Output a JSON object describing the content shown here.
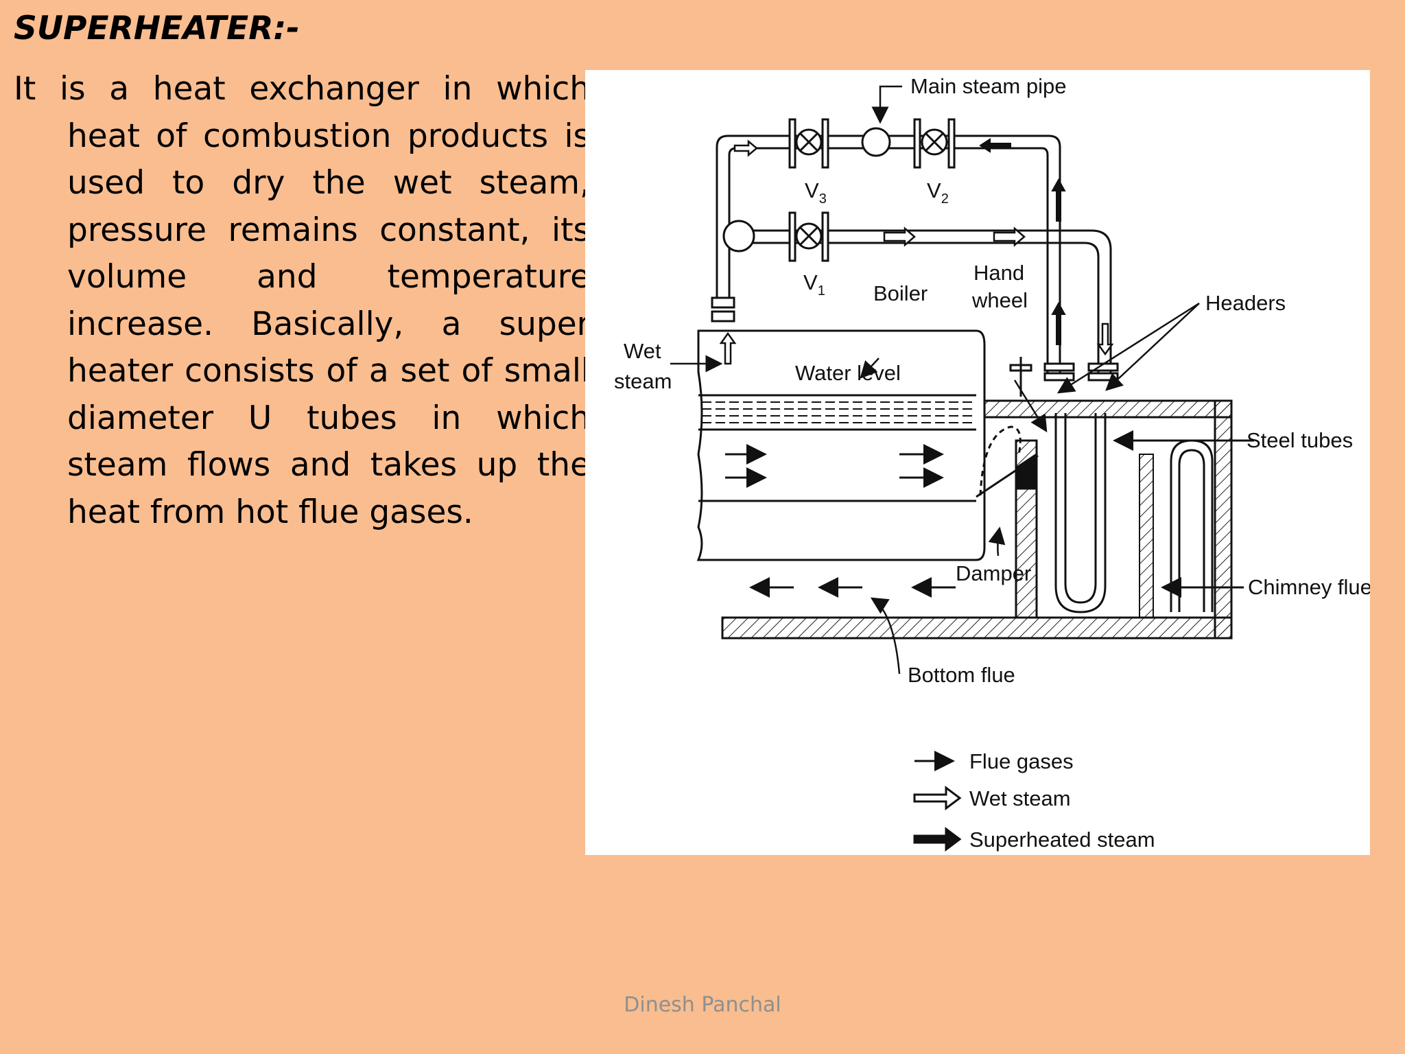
{
  "slide": {
    "title": "SUPERHEATER:-",
    "body": "It is a heat exchanger in which heat of combustion products is used to dry the wet steam, pressure remains constant, its volume and temperature increase. Basically, a super heater consists of a set of small diameter U tubes in which steam flows and takes up the heat from hot flue gases.",
    "footer": "Dinesh Panchal"
  },
  "diagram": {
    "labels": {
      "main_steam_pipe": "Main steam pipe",
      "v3": "V",
      "v3_sub": "3",
      "v2": "V",
      "v2_sub": "2",
      "v1": "V",
      "v1_sub": "1",
      "boiler": "Boiler",
      "hand_wheel_1": "Hand",
      "hand_wheel_2": "wheel",
      "headers": "Headers",
      "wet_steam_1": "Wet",
      "wet_steam_2": "steam",
      "water_level": "Water level",
      "steel_tubes": "Steel tubes",
      "damper": "Damper",
      "chimney_flue": "Chimney flue",
      "bottom_flue": "Bottom flue"
    },
    "legend": [
      {
        "label": "Flue gases",
        "symbol": "thin-arrow"
      },
      {
        "label": "Wet steam",
        "symbol": "hollow-arrow"
      },
      {
        "label": "Superheated steam",
        "symbol": "solid-arrow"
      }
    ]
  }
}
